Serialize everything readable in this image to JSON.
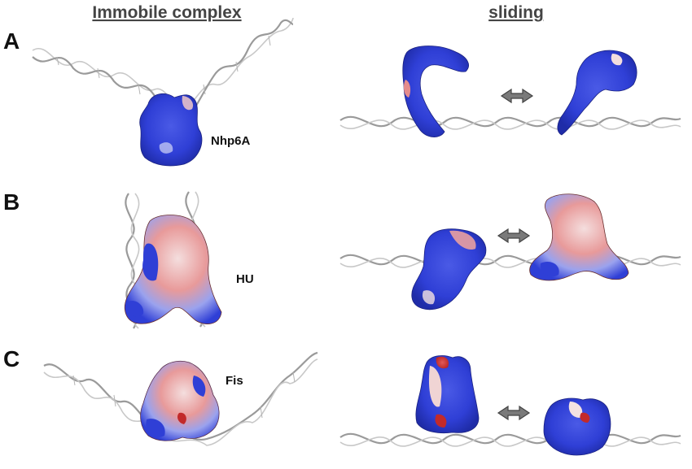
{
  "headings": {
    "left": "Immobile complex",
    "right": "sliding"
  },
  "panels": [
    {
      "letter": "A",
      "protein": "Nhp6A"
    },
    {
      "letter": "B",
      "protein": "HU"
    },
    {
      "letter": "C",
      "protein": "Fis"
    }
  ],
  "colors": {
    "positive": "#2f3fd6",
    "negative": "#d23a3a",
    "neutral": "#f2f2f2",
    "dna": "#9a9a9a",
    "arrow": "#7a7a7a"
  }
}
